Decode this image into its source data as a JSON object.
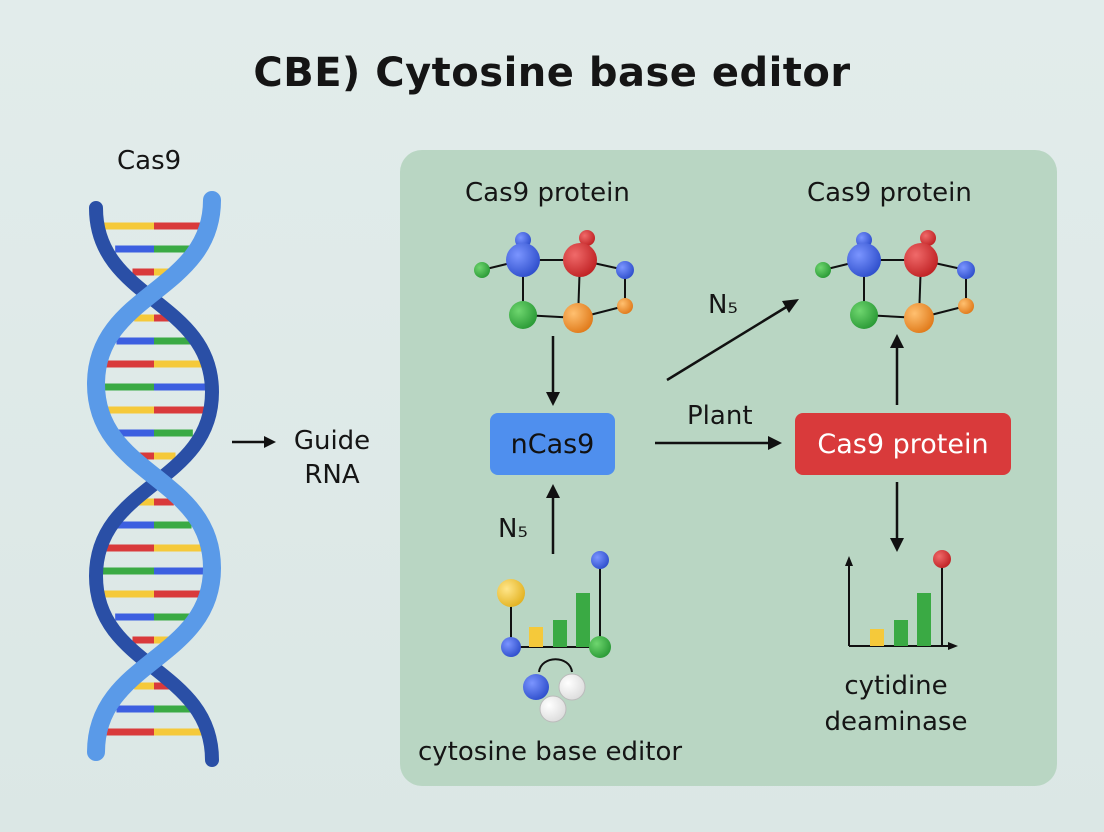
{
  "title": "CBE) Cytosine base editor",
  "left": {
    "dna_label": "Cas9",
    "guide_rna_line1": "Guide",
    "guide_rna_line2": "RNA"
  },
  "panel": {
    "protein_left_label": "Cas9 protein",
    "protein_right_label": "Cas9 protein",
    "ncas9_label": "nCas9",
    "cas9_protein_box_label": "Cas9 protein",
    "arrow_diag_label": "N₅",
    "arrow_up_label": "N₅",
    "arrow_plant_label": "Plant",
    "editor_label": "cytosine base editor",
    "deaminase_line1": "cytidine",
    "deaminase_line2": "deaminase"
  },
  "colors": {
    "background": "#dde7e6",
    "panel": "#b9d6c3",
    "dna_backbone_dark": "#2a4fa6",
    "dna_backbone_light": "#5a9ae8",
    "ncas9_box": "#4f8fee",
    "cas9_box": "#d93a3b",
    "node_blue": "#3c5fe0",
    "node_red": "#d93a3b",
    "node_green": "#3aaa44",
    "node_orange": "#f0922c",
    "node_yellow": "#f5c93a"
  }
}
